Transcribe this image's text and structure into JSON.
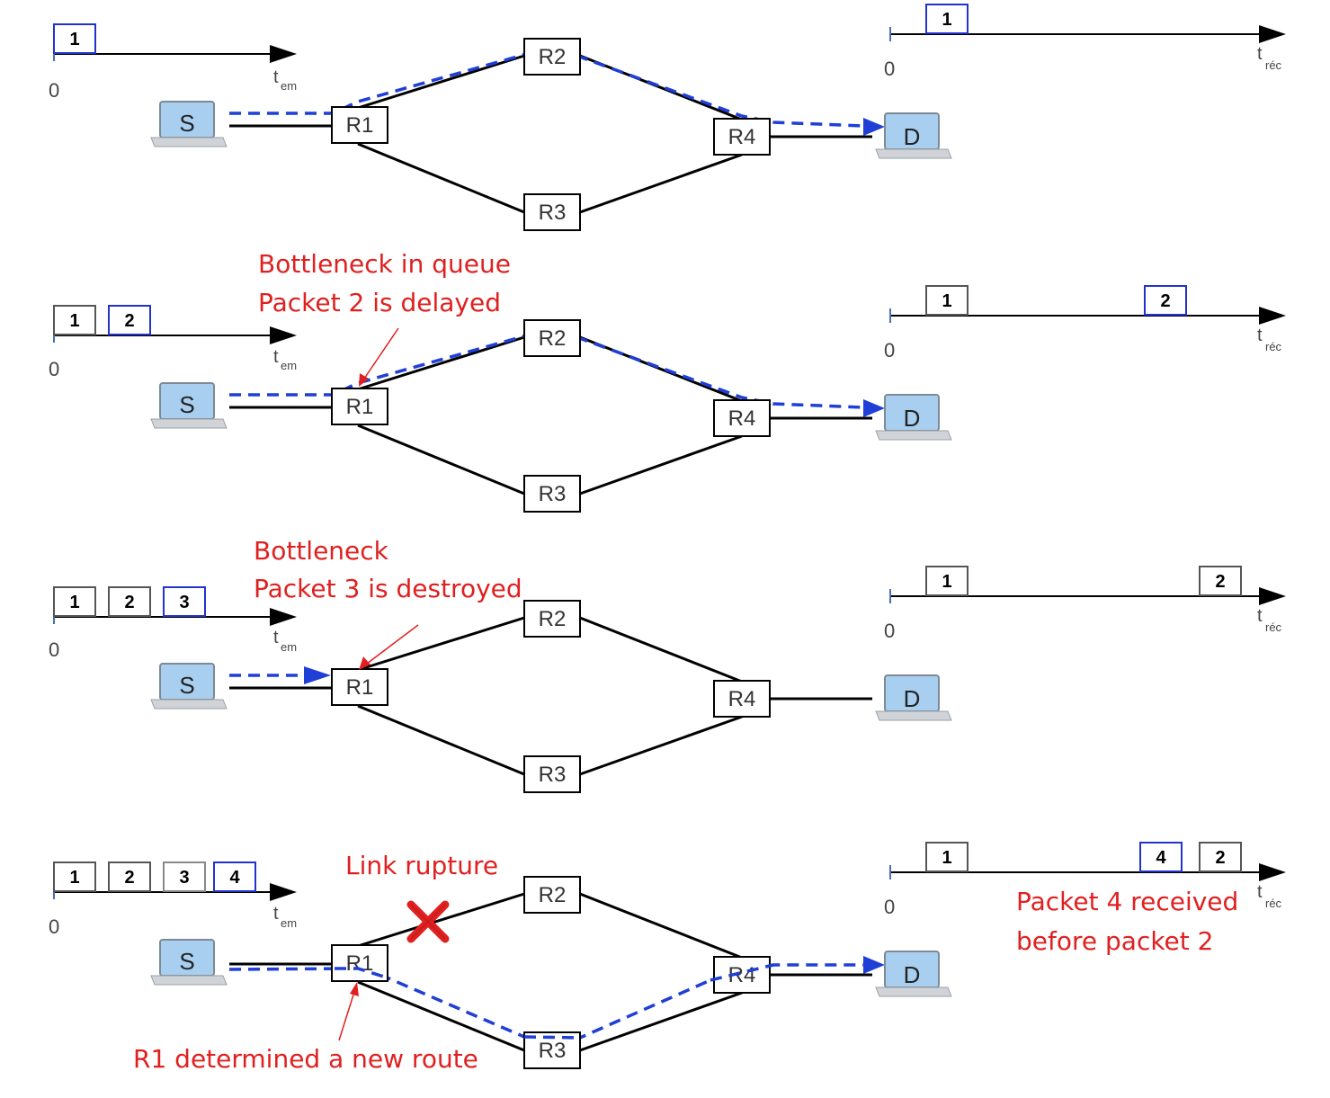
{
  "nodes": {
    "source": "S",
    "destination": "D",
    "r1": "R1",
    "r2": "R2",
    "r3": "R3",
    "r4": "R4"
  },
  "axis": {
    "origin": "0",
    "emission_symbol": "t",
    "emission_sub": "em",
    "reception_symbol": "t",
    "reception_sub": "réc"
  },
  "colors": {
    "link": "#000000",
    "route": "#1f3fd6",
    "annotation": "#e02020",
    "current_packet_border": "#2233cc",
    "rupture_mark": "#e02020"
  },
  "scenarios": [
    {
      "emitted": [
        "1"
      ],
      "received": [
        "1"
      ],
      "route": "S-R1-R2-R4-D",
      "annotation": []
    },
    {
      "emitted": [
        "1",
        "2"
      ],
      "received": [
        "1",
        "2"
      ],
      "route": "S-R1-R2-R4-D",
      "annotation": [
        "Bottleneck in queue",
        "Packet 2 is delayed"
      ]
    },
    {
      "emitted": [
        "1",
        "2",
        "3"
      ],
      "received": [
        "1",
        "2"
      ],
      "route": "S-R1",
      "annotation": [
        "Bottleneck",
        "Packet 3 is destroyed"
      ]
    },
    {
      "emitted": [
        "1",
        "2",
        "3",
        "4"
      ],
      "received": [
        "1",
        "4",
        "2"
      ],
      "route": "S-R1-R3-R4-D",
      "annotation": [
        "Link rupture"
      ],
      "route_note": "R1 determined a new route",
      "reception_note": [
        "Packet 4 received",
        "before packet 2"
      ]
    }
  ]
}
